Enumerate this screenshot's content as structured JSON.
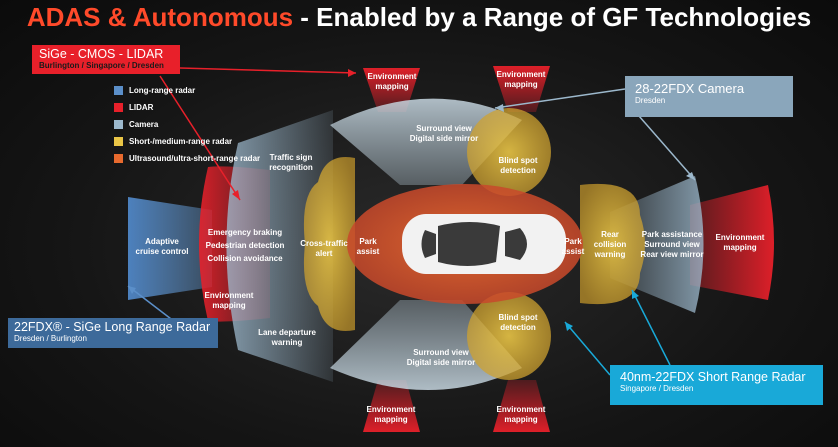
{
  "title": {
    "part1": "ADAS & Autonomous",
    "part2": " - Enabled by a Range of  GF Technologies"
  },
  "legend": [
    {
      "label": "Long-range radar",
      "color": "#5b8fc9"
    },
    {
      "label": "LIDAR",
      "color": "#e8202a"
    },
    {
      "label": "Camera",
      "color": "#9cb8cc"
    },
    {
      "label": "Short-/medium-range radar",
      "color": "#e9c546"
    },
    {
      "label": "Ultrasound/ultra-short-range radar",
      "color": "#e86a2e"
    }
  ],
  "callouts": {
    "lidar": {
      "title": "SiGe - CMOS - LIDAR",
      "sub": "Burlington / Singapore / Dresden"
    },
    "camera": {
      "title": "28-22FDX Camera",
      "sub": "Dresden"
    },
    "long_radar": {
      "title": "22FDX® - SiGe Long Range Radar",
      "sub": "Dresden / Burlington"
    },
    "short_radar": {
      "title": "40nm-22FDX Short  Range Radar",
      "sub": "Singapore / Dresden"
    }
  },
  "zones": {
    "env_top_left": [
      "Environment",
      "mapping"
    ],
    "env_top_right": [
      "Environment",
      "mapping"
    ],
    "env_bottom_left": [
      "Environment",
      "mapping"
    ],
    "env_bottom_right": [
      "Environment",
      "mapping"
    ],
    "env_right": [
      "Environment",
      "mapping"
    ],
    "env_left": [
      "Environment",
      "mapping"
    ],
    "surround_top": [
      "Surround view",
      "Digital side mirror"
    ],
    "surround_bottom": [
      "Surround view",
      "Digital side mirror"
    ],
    "blind_top": [
      "Blind spot",
      "detection"
    ],
    "blind_bottom": [
      "Blind spot",
      "detection"
    ],
    "traffic_sign": [
      "Traffic sign",
      "recognition"
    ],
    "lane_departure": [
      "Lane departure",
      "warning"
    ],
    "cross_traffic": [
      "Cross-traffic",
      "alert"
    ],
    "park_left": [
      "Park",
      "assist"
    ],
    "park_right": [
      "Park",
      "assist"
    ],
    "rear_collision": [
      "Rear",
      "collision",
      "warning"
    ],
    "park_assistance": [
      "Park assistance",
      "Surround view",
      "Rear view mirror"
    ],
    "adaptive_cruise": [
      "Adaptive",
      "cruise control"
    ],
    "emergency": [
      "Emergency braking",
      "Pedestrian detection",
      "Collision avoidance"
    ]
  },
  "colors": {
    "lidar": "#e8202a",
    "camera": "#9cb8cc",
    "long_radar": "#5b8fc9",
    "short_radar": "#e9c546",
    "ultrasound": "#e86a2e",
    "accent": "#ff4a2a",
    "callout_cyan": "#19a9d8"
  }
}
